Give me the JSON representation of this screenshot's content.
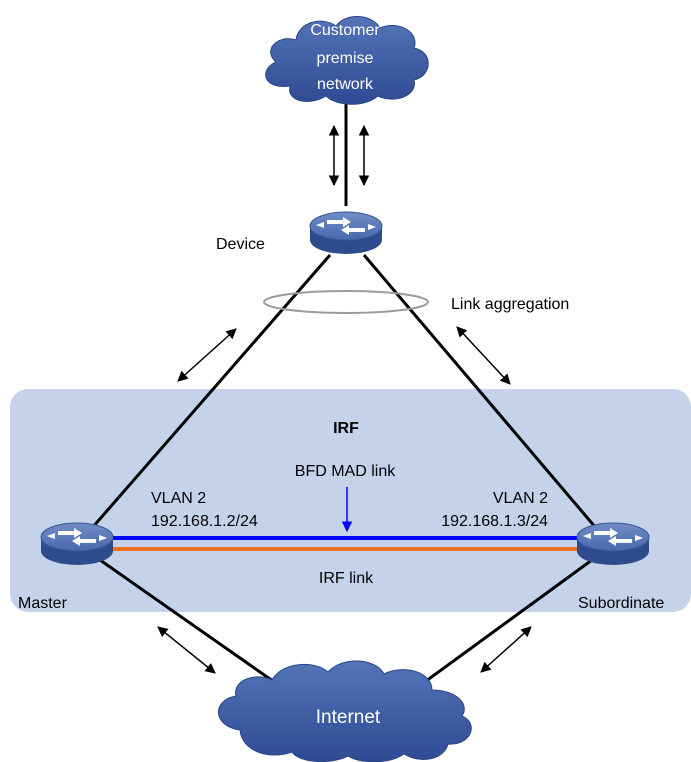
{
  "irf_label": "IRF",
  "clouds": {
    "customer": [
      "Customer",
      "premise",
      "network"
    ],
    "internet": "Internet"
  },
  "devices": {
    "device": "Device",
    "master": "Master",
    "subordinate": "Subordinate"
  },
  "labels": {
    "link_aggregation": "Link aggregation",
    "bfd_mad_link": "BFD MAD link",
    "irf_link": "IRF link",
    "master_vlan": "VLAN 2",
    "master_ip": "192.168.1.2/24",
    "subordinate_vlan": "VLAN 2",
    "subordinate_ip": "192.168.1.3/24"
  },
  "colors": {
    "irf_region": "#c5d3ea",
    "cloud_fill": "#3f5ca6",
    "device_fill": "#4a6aaa",
    "bfd_link": "#0000ff",
    "irf_link": "#f07020",
    "link": "#000000"
  },
  "icons": {
    "device": "router-icon",
    "cloud": "cloud-icon",
    "arrow": "bidirectional-arrow-icon"
  }
}
